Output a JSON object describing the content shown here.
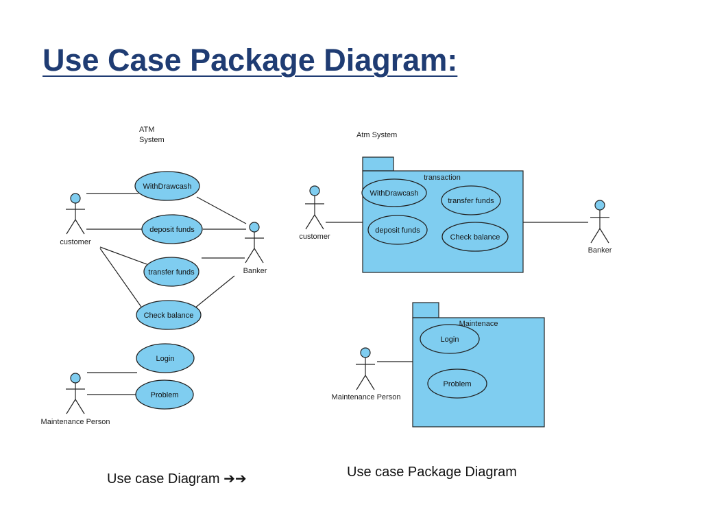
{
  "title": "Use Case Package Diagram:",
  "left_diagram": {
    "system_label_line1": "ATM",
    "system_label_line2": "System",
    "actors": {
      "customer": "customer",
      "banker": "Banker",
      "maintenance": "Maintenance Person"
    },
    "use_cases": {
      "withdraw": "WithDrawcash",
      "deposit": "deposit funds",
      "transfer": "transfer funds",
      "check_balance": "Check balance",
      "login": "Login",
      "problem": "Problem"
    }
  },
  "right_diagram": {
    "system_label": "Atm System",
    "transaction_package": {
      "name": "transaction",
      "use_cases": {
        "withdraw": "WithDrawcash",
        "transfer": "transfer funds",
        "deposit": "deposit funds",
        "check_balance": "Check balance"
      }
    },
    "maintenance_package": {
      "name": "Maintenace",
      "use_cases": {
        "login": "Login",
        "problem": "Problem"
      }
    },
    "actors": {
      "customer": "customer",
      "banker": "Banker",
      "maintenance": "Maintenance Person"
    }
  },
  "captions": {
    "left": "Use case Diagram",
    "left_arrows": "➔➔",
    "right": "Use case Package  Diagram"
  },
  "colors": {
    "title": "#1f3c73",
    "element_fill": "#7fcdf0"
  }
}
